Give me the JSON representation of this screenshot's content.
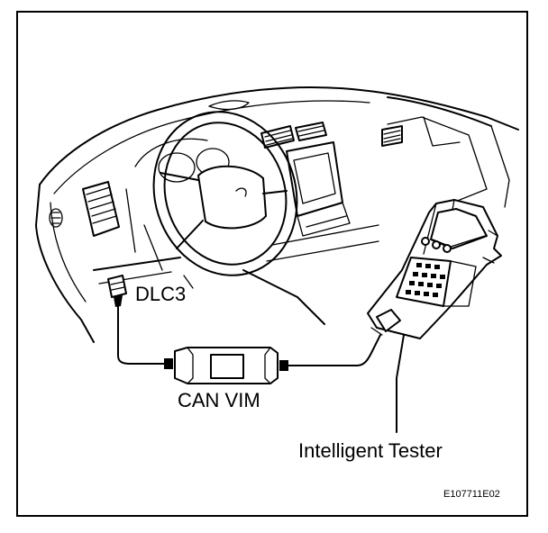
{
  "labels": {
    "dlc3": "DLC3",
    "can_vim": "CAN VIM",
    "tester": "Intelligent Tester",
    "figure_code": "E107711E02"
  }
}
